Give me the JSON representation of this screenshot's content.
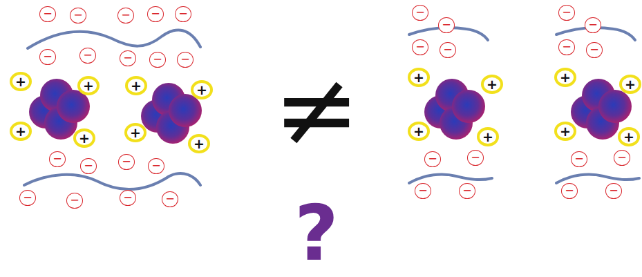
{
  "diagram": {
    "nodes": [
      {
        "text": [
          "−"
        ]
      },
      {
        "text": [
          "−"
        ]
      },
      {
        "text": [
          "−"
        ]
      },
      {
        "text": [
          "−"
        ]
      },
      {
        "text": [
          "−"
        ]
      },
      {
        "text": [
          "−"
        ]
      },
      {
        "text": [
          "−"
        ]
      },
      {
        "text": [
          "−"
        ]
      },
      {
        "text": [
          "−"
        ]
      },
      {
        "text": [
          "−"
        ]
      },
      {
        "text": [
          "+"
        ]
      },
      {
        "text": [
          "+"
        ]
      },
      {
        "text": [
          "+"
        ]
      },
      {
        "text": [
          "+"
        ]
      },
      {
        "text": [
          "+"
        ]
      },
      {
        "text": [
          "+"
        ]
      },
      {
        "text": [
          "+"
        ]
      },
      {
        "text": [
          "+"
        ]
      },
      {
        "text": [
          "−"
        ]
      },
      {
        "text": [
          "−"
        ]
      },
      {
        "text": [
          "−"
        ]
      },
      {
        "text": [
          "−"
        ]
      },
      {
        "text": [
          "−"
        ]
      },
      {
        "text": [
          "−"
        ]
      },
      {
        "text": [
          "−"
        ]
      },
      {
        "text": [
          "−"
        ]
      },
      {
        "text": [
          "−"
        ]
      },
      {
        "text": [
          "−"
        ]
      },
      {
        "text": [
          "−"
        ]
      },
      {
        "text": [
          "−"
        ]
      },
      {
        "text": [
          "+"
        ]
      },
      {
        "text": [
          "+"
        ]
      },
      {
        "text": [
          "+"
        ]
      },
      {
        "text": [
          "+"
        ]
      },
      {
        "text": [
          "−"
        ]
      },
      {
        "text": [
          "−"
        ]
      },
      {
        "text": [
          "−"
        ]
      },
      {
        "text": [
          "−"
        ]
      },
      {
        "text": [
          "−"
        ]
      },
      {
        "text": [
          "−"
        ]
      },
      {
        "text": [
          "−"
        ]
      },
      {
        "text": [
          "−"
        ]
      },
      {
        "text": [
          "+"
        ]
      },
      {
        "text": [
          "+"
        ]
      },
      {
        "text": [
          "+"
        ]
      },
      {
        "text": [
          "+"
        ]
      },
      {
        "text": [
          "−"
        ]
      },
      {
        "text": [
          "−"
        ]
      },
      {
        "text": [
          "−"
        ]
      },
      {
        "text": [
          "−"
        ]
      }
    ],
    "labels": [
      "≠",
      "?"
    ]
  }
}
